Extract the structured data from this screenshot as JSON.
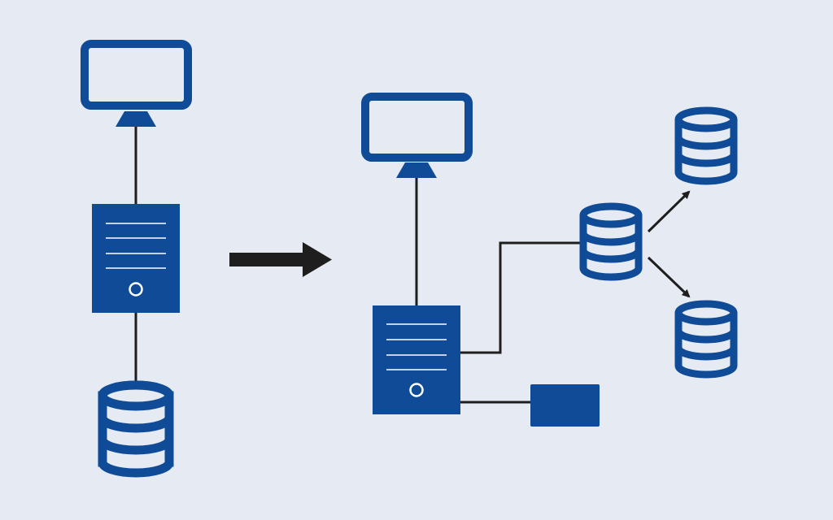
{
  "colors": {
    "background": "#e6ebf3",
    "primary": "#0f4b96",
    "line": "#1e1e1e",
    "white": "#ffffff"
  },
  "diagram": {
    "before": {
      "nodes": [
        {
          "name": "monitor",
          "icon": "monitor-icon"
        },
        {
          "name": "server",
          "icon": "server-icon"
        },
        {
          "name": "database",
          "icon": "database-icon"
        }
      ]
    },
    "transition": {
      "icon": "right-arrow-icon"
    },
    "after": {
      "nodes": [
        {
          "name": "monitor",
          "icon": "monitor-icon"
        },
        {
          "name": "server",
          "icon": "server-icon"
        },
        {
          "name": "primary-database",
          "icon": "database-icon"
        },
        {
          "name": "replica-database-top",
          "icon": "database-icon"
        },
        {
          "name": "replica-database-bottom",
          "icon": "database-icon"
        },
        {
          "name": "cache-box",
          "icon": "rectangle-block-icon"
        }
      ]
    }
  }
}
